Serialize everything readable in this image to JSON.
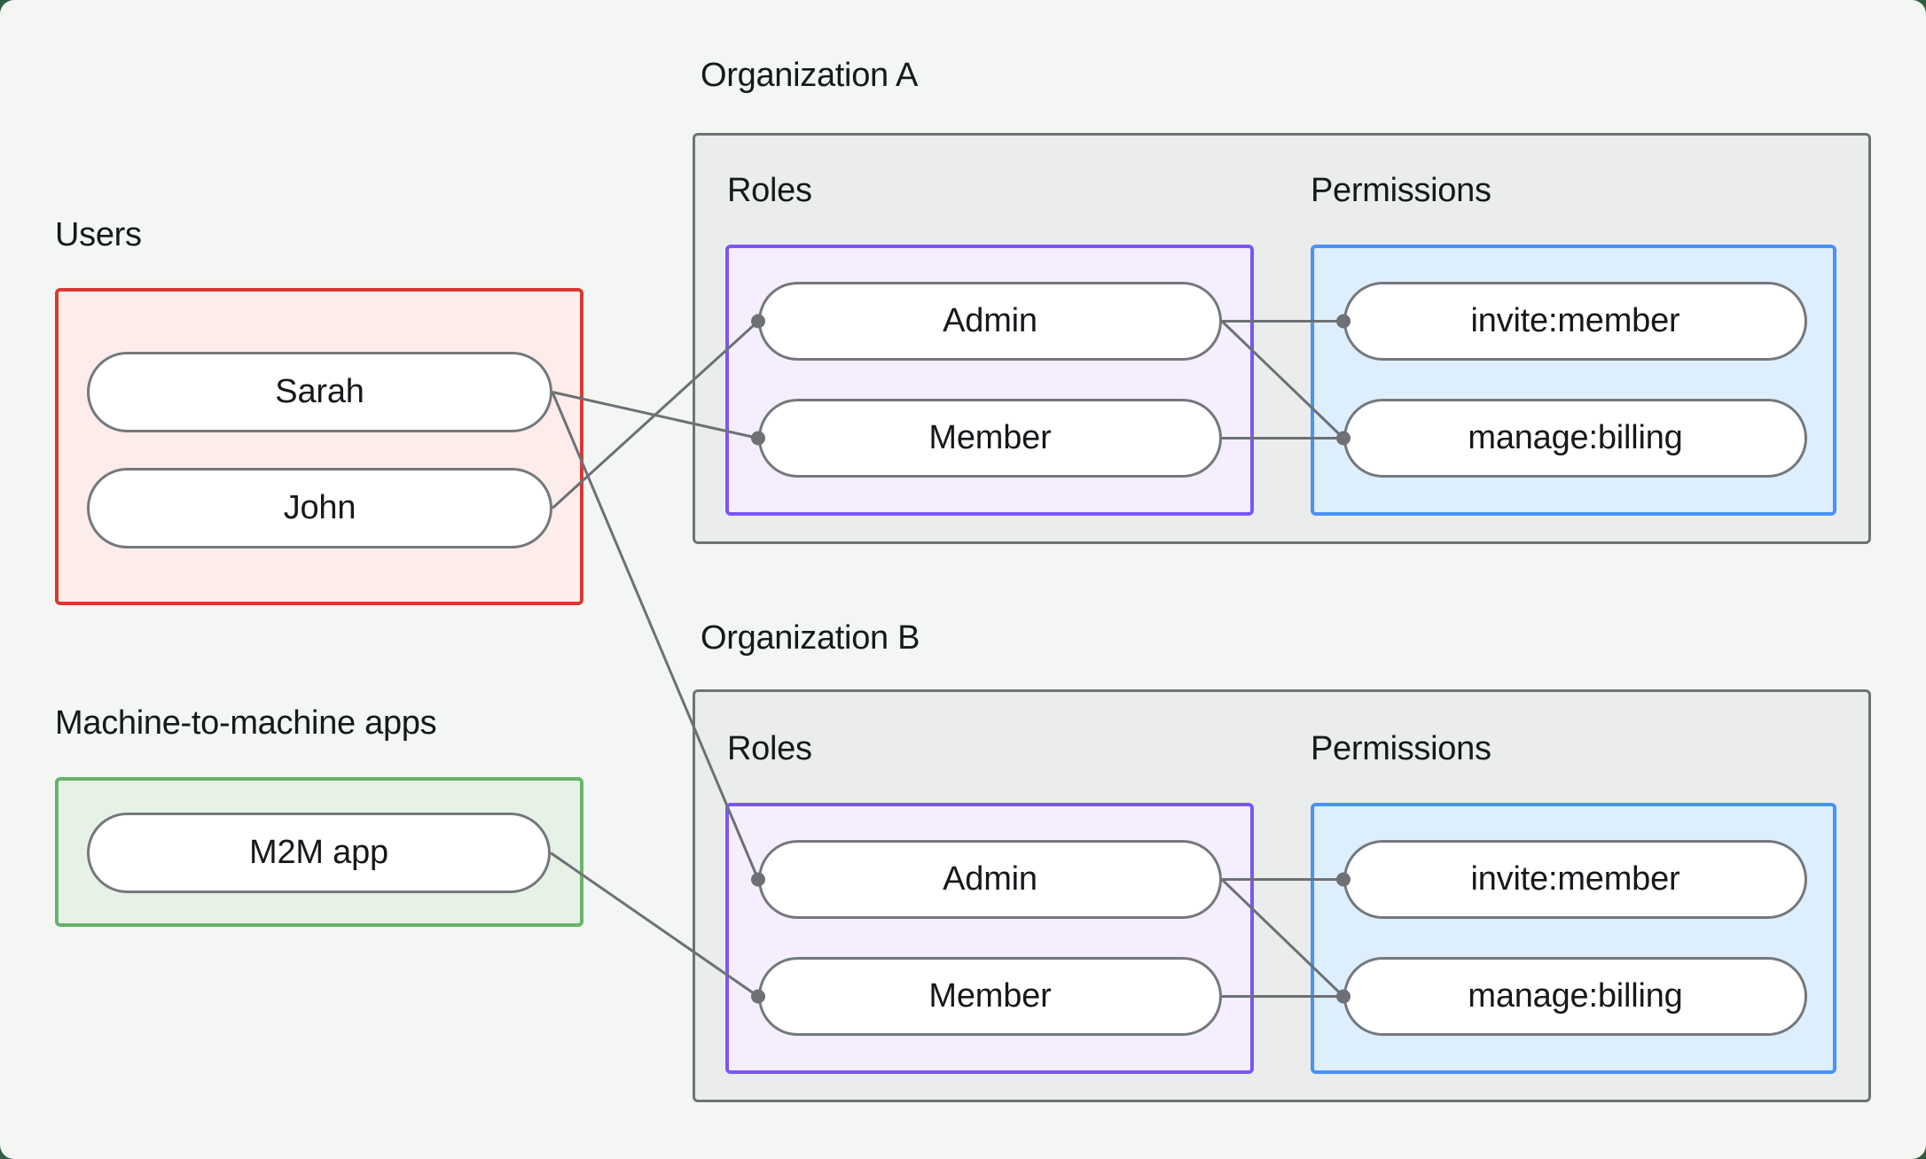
{
  "palette": {
    "page_bg": "#2f5d42",
    "canvas_bg": "#f4f6f4",
    "text": "#16191c",
    "connector_line": "#6d7175",
    "pill_border": "#74787c",
    "pill_fill": "#ffffff",
    "org_border": "#6e7376",
    "org_fill": "#ebedec",
    "users_border": "#d93831",
    "users_fill": "#fcecea",
    "m2m_border": "#67b46b",
    "m2m_fill": "#e7f2e7",
    "roles_border": "#7c55f7",
    "roles_fill": "#f4eefe",
    "perms_border": "#4892f8",
    "perms_fill": "#ddeffc"
  },
  "users_group": {
    "label": "Users",
    "sarah": "Sarah",
    "john": "John"
  },
  "m2m_group": {
    "label": "Machine-to-machine apps",
    "app": "M2M app"
  },
  "org_a": {
    "label": "Organization A",
    "roles_label": "Roles",
    "permissions_label": "Permissions",
    "admin": "Admin",
    "member": "Member",
    "invite": "invite:member",
    "billing": "manage:billing"
  },
  "org_b": {
    "label": "Organization B",
    "roles_label": "Roles",
    "permissions_label": "Permissions",
    "admin": "Admin",
    "member": "Member",
    "invite": "invite:member",
    "billing": "manage:billing"
  },
  "connections": [
    {
      "from": "sarah",
      "to": "member_a"
    },
    {
      "from": "john",
      "to": "admin_a"
    },
    {
      "from": "sarah",
      "to": "admin_b"
    },
    {
      "from": "m2m_app",
      "to": "member_b"
    },
    {
      "from": "admin_a",
      "to": "invite_a"
    },
    {
      "from": "admin_a",
      "to": "billing_a"
    },
    {
      "from": "member_a",
      "to": "billing_a"
    },
    {
      "from": "admin_b",
      "to": "invite_b"
    },
    {
      "from": "admin_b",
      "to": "billing_b"
    },
    {
      "from": "member_b",
      "to": "billing_b"
    }
  ]
}
